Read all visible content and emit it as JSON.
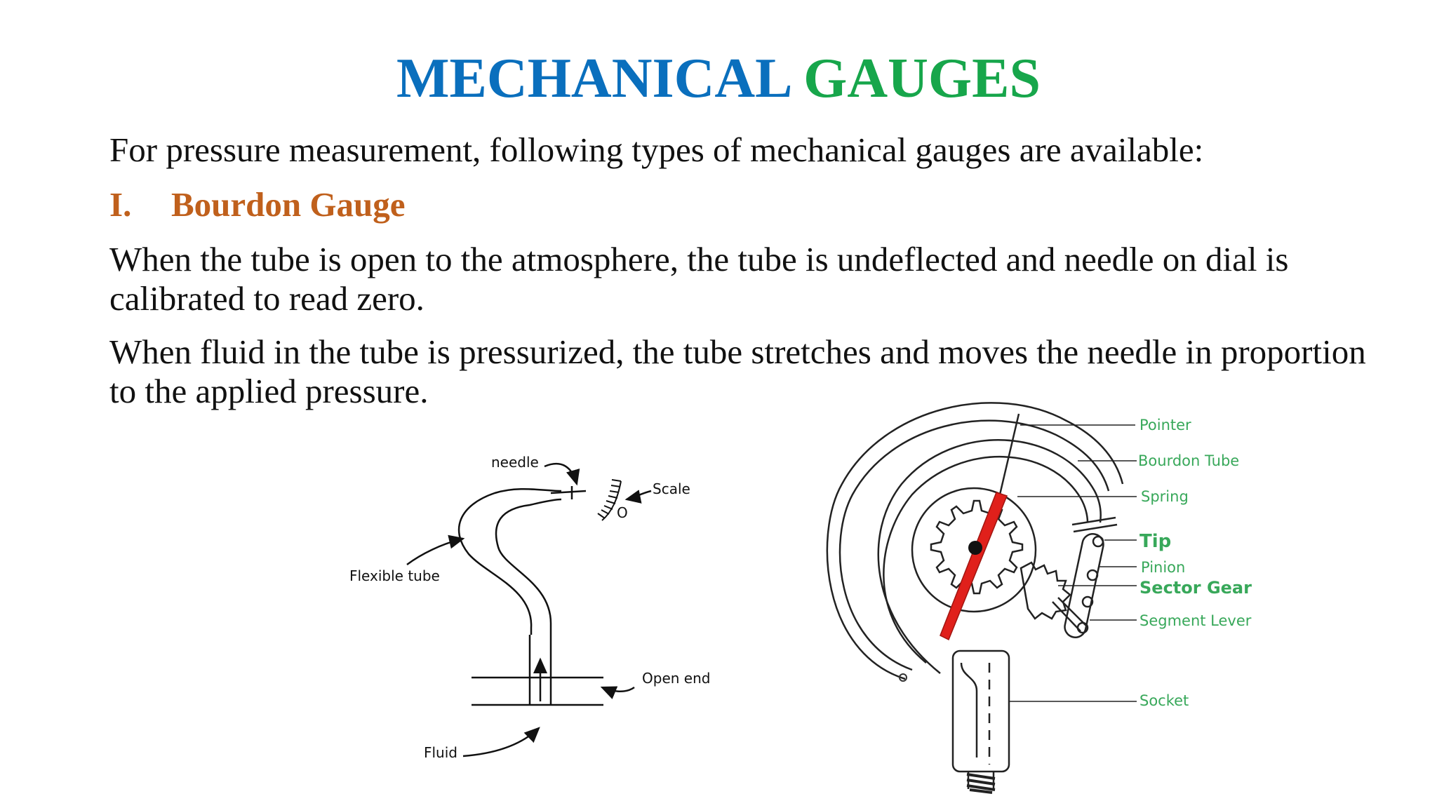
{
  "slide": {
    "title_part1": "MECHANICAL",
    "title_part2": "GAUGES",
    "intro": "For pressure measurement, following types of mechanical gauges are available:",
    "heading_number": "I.",
    "heading_text": "Bourdon Gauge",
    "paragraph1": "When the tube is open to the atmosphere, the tube is undeflected and needle on dial is calibrated to read zero.",
    "paragraph2": "When fluid in the tube is pressurized, the tube stretches and moves the needle in proportion to the applied pressure."
  },
  "left_diagram": {
    "labels": {
      "needle": "needle",
      "scale": "Scale",
      "zero": "O",
      "flexible_tube": "Flexible tube",
      "open_end": "Open end",
      "fluid": "Fluid"
    }
  },
  "right_diagram": {
    "labels": {
      "pointer": "Pointer",
      "bourdon_tube": "Bourdon Tube",
      "spring": "Spring",
      "tip": "Tip",
      "pinion": "Pinion",
      "sector_gear": "Sector Gear",
      "segment_lever": "Segment Lever",
      "socket": "Socket",
      "small_o": "o"
    },
    "colors": {
      "pointer": "#e0201b",
      "labels": "#38a85a"
    }
  }
}
